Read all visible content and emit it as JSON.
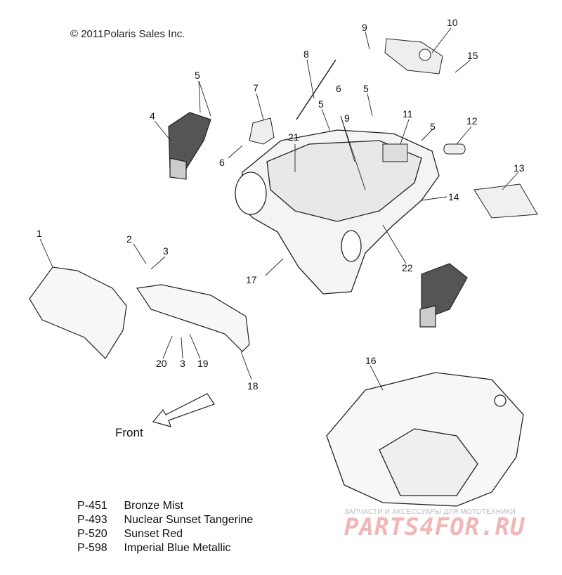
{
  "copyright": "© 2011Polaris Sales Inc.",
  "front_label": "Front",
  "callouts": {
    "c1": "1",
    "c2": "2",
    "c3a": "3",
    "c3b": "3",
    "c4": "4",
    "c5a": "5",
    "c5b": "5",
    "c5c": "5",
    "c5d": "5",
    "c6a": "6",
    "c6b": "6",
    "c7": "7",
    "c8": "8",
    "c9a": "9",
    "c9b": "9",
    "c10": "10",
    "c11": "11",
    "c12": "12",
    "c13": "13",
    "c14": "14",
    "c15": "15",
    "c16": "16",
    "c17": "17",
    "c18": "18",
    "c19": "19",
    "c20": "20",
    "c21": "21",
    "c22": "22"
  },
  "color_options": [
    {
      "code": "P-451",
      "name": "Bronze Mist"
    },
    {
      "code": "P-493",
      "name": "Nuclear Sunset Tangerine"
    },
    {
      "code": "P-520",
      "name": "Sunset Red"
    },
    {
      "code": "P-598",
      "name": "Imperial Blue Metallic"
    }
  ],
  "watermark": {
    "tagline": "ЗАПЧАСТИ И АКСЕССУАРЫ ДЛЯ МОТОТЕХНИКИ",
    "logo": "PARTS4FOR.RU"
  }
}
